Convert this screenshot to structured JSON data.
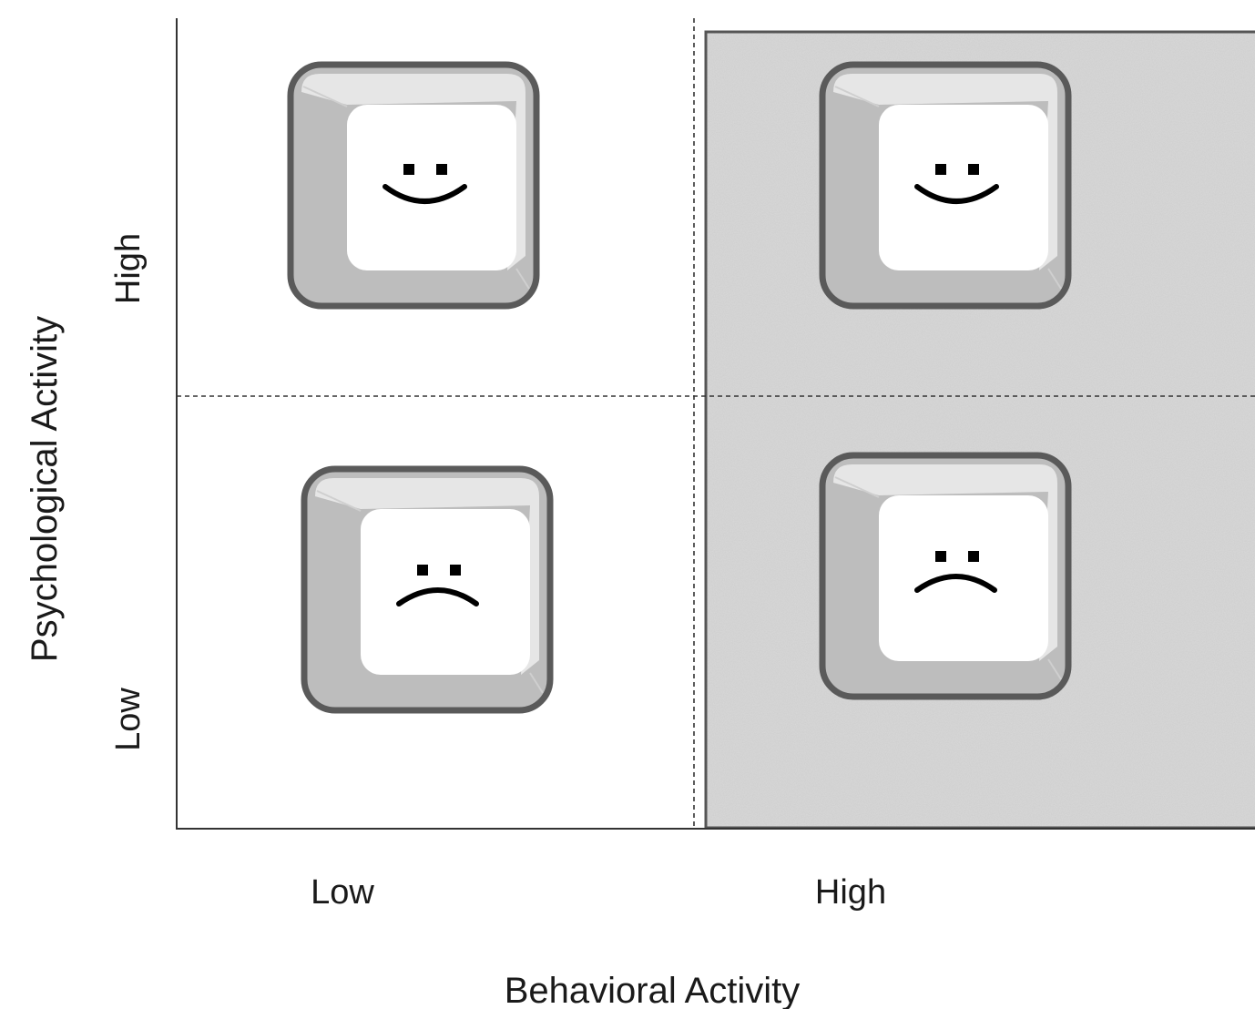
{
  "axes": {
    "x_title": "Behavioral Activity",
    "y_title": "Psychological Activity",
    "x_ticks": [
      "Low",
      "High"
    ],
    "y_ticks": [
      "Low",
      "High"
    ]
  },
  "quadrants": [
    {
      "behavioral": "Low",
      "psychological": "High",
      "face": "smile",
      "shaded": false
    },
    {
      "behavioral": "High",
      "psychological": "High",
      "face": "smile",
      "shaded": true
    },
    {
      "behavioral": "Low",
      "psychological": "Low",
      "face": "frown",
      "shaded": false
    },
    {
      "behavioral": "High",
      "psychological": "Low",
      "face": "frown",
      "shaded": true
    }
  ],
  "colors": {
    "axis": "#333333",
    "shade": "#d9d9d9",
    "key_border": "#5a5a5a",
    "key_top": "#e6e6e6",
    "key_side": "#bdbdbd",
    "key_face": "#ffffff"
  }
}
